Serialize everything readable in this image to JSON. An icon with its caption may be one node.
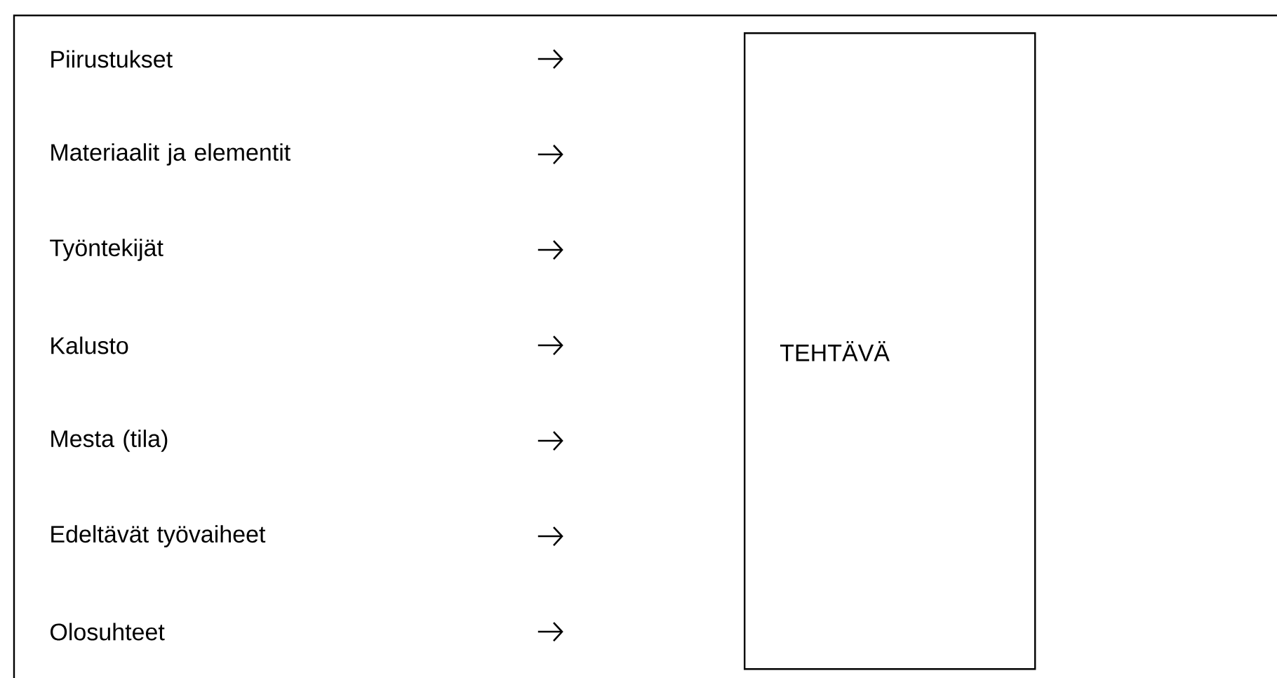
{
  "diagram": {
    "nodes": [
      {
        "text": [
          "Piirustukset"
        ]
      },
      {
        "text": [
          "Materiaalit ja elementit"
        ]
      },
      {
        "text": [
          "Työntekijät"
        ]
      },
      {
        "text": [
          "Kalusto"
        ]
      },
      {
        "text": [
          "Mesta (tila)"
        ]
      },
      {
        "text": [
          "Edeltävät työvaiheet"
        ]
      },
      {
        "text": [
          "Olosuhteet"
        ]
      },
      {
        "text": [
          "TEHTÄVÄ"
        ]
      }
    ]
  }
}
